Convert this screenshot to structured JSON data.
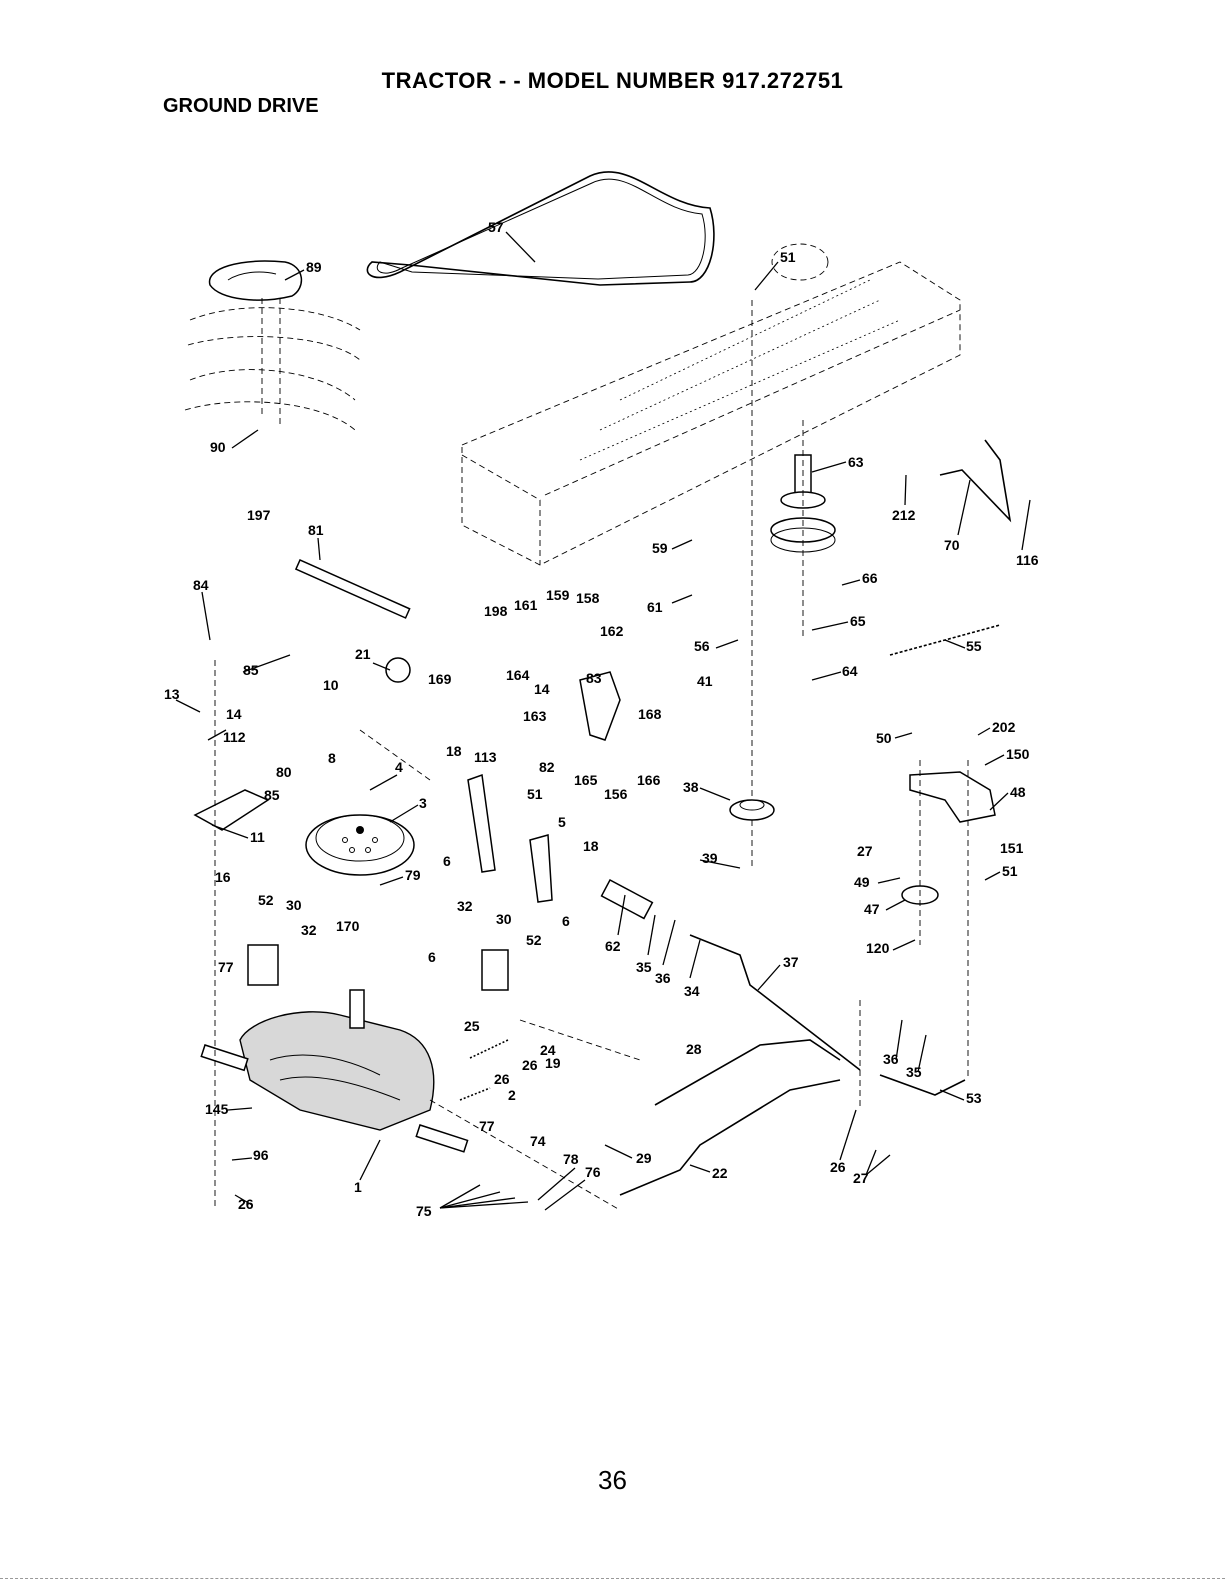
{
  "header": {
    "title": "TRACTOR - - MODEL NUMBER  917.272751",
    "section": "GROUND DRIVE"
  },
  "page_number": "36",
  "callouts": [
    {
      "id": "c1",
      "text": "57"
    },
    {
      "id": "c2",
      "text": "51"
    },
    {
      "id": "c3",
      "text": "89"
    },
    {
      "id": "c4",
      "text": "90"
    },
    {
      "id": "c5",
      "text": "63"
    },
    {
      "id": "c6",
      "text": "212"
    },
    {
      "id": "c7",
      "text": "70"
    },
    {
      "id": "c8",
      "text": "116"
    },
    {
      "id": "c9",
      "text": "197"
    },
    {
      "id": "c10",
      "text": "81"
    },
    {
      "id": "c11",
      "text": "59"
    },
    {
      "id": "c12",
      "text": "66"
    },
    {
      "id": "c13",
      "text": "84"
    },
    {
      "id": "c14",
      "text": "198"
    },
    {
      "id": "c15",
      "text": "161"
    },
    {
      "id": "c16",
      "text": "159"
    },
    {
      "id": "c17",
      "text": "158"
    },
    {
      "id": "c18",
      "text": "61"
    },
    {
      "id": "c19",
      "text": "162"
    },
    {
      "id": "c20",
      "text": "65"
    },
    {
      "id": "c21",
      "text": "56"
    },
    {
      "id": "c22",
      "text": "55"
    },
    {
      "id": "c23",
      "text": "85"
    },
    {
      "id": "c24",
      "text": "21"
    },
    {
      "id": "c25",
      "text": "169"
    },
    {
      "id": "c26",
      "text": "164"
    },
    {
      "id": "c27",
      "text": "83"
    },
    {
      "id": "c28",
      "text": "64"
    },
    {
      "id": "c29",
      "text": "10"
    },
    {
      "id": "c30",
      "text": "14"
    },
    {
      "id": "c31",
      "text": "41"
    },
    {
      "id": "c32",
      "text": "13"
    },
    {
      "id": "c33",
      "text": "14"
    },
    {
      "id": "c34",
      "text": "163"
    },
    {
      "id": "c35",
      "text": "168"
    },
    {
      "id": "c36",
      "text": "112"
    },
    {
      "id": "c37",
      "text": "50"
    },
    {
      "id": "c38",
      "text": "202"
    },
    {
      "id": "c39",
      "text": "150"
    },
    {
      "id": "c40",
      "text": "8"
    },
    {
      "id": "c41",
      "text": "18"
    },
    {
      "id": "c42",
      "text": "113"
    },
    {
      "id": "c43",
      "text": "82"
    },
    {
      "id": "c44",
      "text": "80"
    },
    {
      "id": "c45",
      "text": "4"
    },
    {
      "id": "c46",
      "text": "165"
    },
    {
      "id": "c47",
      "text": "166"
    },
    {
      "id": "c48",
      "text": "85"
    },
    {
      "id": "c49",
      "text": "51"
    },
    {
      "id": "c50",
      "text": "156"
    },
    {
      "id": "c51",
      "text": "38"
    },
    {
      "id": "c52",
      "text": "48"
    },
    {
      "id": "c53",
      "text": "3"
    },
    {
      "id": "c54",
      "text": "11"
    },
    {
      "id": "c55",
      "text": "5"
    },
    {
      "id": "c56",
      "text": "6"
    },
    {
      "id": "c57",
      "text": "18"
    },
    {
      "id": "c58",
      "text": "27"
    },
    {
      "id": "c59",
      "text": "151"
    },
    {
      "id": "c60",
      "text": "39"
    },
    {
      "id": "c61",
      "text": "51"
    },
    {
      "id": "c62",
      "text": "16"
    },
    {
      "id": "c63",
      "text": "79"
    },
    {
      "id": "c64",
      "text": "49"
    },
    {
      "id": "c65",
      "text": "52"
    },
    {
      "id": "c66",
      "text": "30"
    },
    {
      "id": "c67",
      "text": "32"
    },
    {
      "id": "c68",
      "text": "6"
    },
    {
      "id": "c69",
      "text": "47"
    },
    {
      "id": "c70",
      "text": "32"
    },
    {
      "id": "c71",
      "text": "30"
    },
    {
      "id": "c72",
      "text": "170"
    },
    {
      "id": "c73",
      "text": "62"
    },
    {
      "id": "c74",
      "text": "120"
    },
    {
      "id": "c75",
      "text": "52"
    },
    {
      "id": "c76",
      "text": "77"
    },
    {
      "id": "c77",
      "text": "6"
    },
    {
      "id": "c78",
      "text": "35"
    },
    {
      "id": "c79",
      "text": "36"
    },
    {
      "id": "c80",
      "text": "37"
    },
    {
      "id": "c81",
      "text": "34"
    },
    {
      "id": "c82",
      "text": "25"
    },
    {
      "id": "c83",
      "text": "24"
    },
    {
      "id": "c84",
      "text": "26"
    },
    {
      "id": "c85",
      "text": "19"
    },
    {
      "id": "c86",
      "text": "28"
    },
    {
      "id": "c87",
      "text": "36"
    },
    {
      "id": "c88",
      "text": "35"
    },
    {
      "id": "c89",
      "text": "26"
    },
    {
      "id": "c90",
      "text": "2"
    },
    {
      "id": "c91",
      "text": "53"
    },
    {
      "id": "c92",
      "text": "145"
    },
    {
      "id": "c93",
      "text": "77"
    },
    {
      "id": "c94",
      "text": "74"
    },
    {
      "id": "c95",
      "text": "96"
    },
    {
      "id": "c96",
      "text": "29"
    },
    {
      "id": "c97",
      "text": "78"
    },
    {
      "id": "c98",
      "text": "76"
    },
    {
      "id": "c99",
      "text": "22"
    },
    {
      "id": "c100",
      "text": "26"
    },
    {
      "id": "c101",
      "text": "27"
    },
    {
      "id": "c102",
      "text": "1"
    },
    {
      "id": "c103",
      "text": "26"
    },
    {
      "id": "c104",
      "text": "75"
    }
  ]
}
